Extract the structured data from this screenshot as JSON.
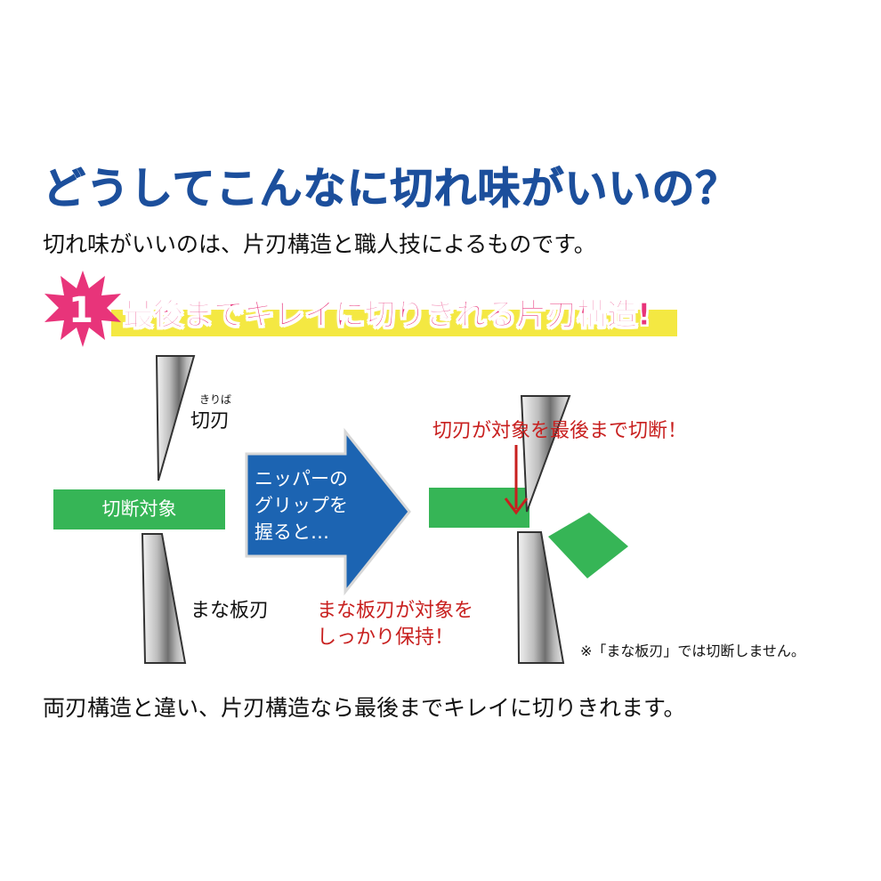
{
  "headline": "どうしてこんなに切れ味がいいの？",
  "intro": "切れ味がいいのは、片刃構造と職人技によるものです。",
  "point": {
    "number": "1",
    "title": "最後までキレイに切りきれる片刃構造!"
  },
  "diagram": {
    "blade_ruby": "きりば",
    "blade_label": "切刃",
    "target_label": "切断対象",
    "mana_label": "まな板刃",
    "arrow_lines": [
      "ニッパーの",
      "グリップを",
      "握ると…"
    ],
    "cut_note": "切刃が対象を最後まで切断！",
    "hold_note_lines": [
      "まな板刃が対象を",
      "しっかり保持！"
    ],
    "footnote": "※「まな板刃」では切断しません。"
  },
  "conclusion": "両刃構造と違い、片刃構造なら最後までキレイに切りきれます。",
  "colors": {
    "headline_blue": "#1c4f9c",
    "badge_pink": "#e8347a",
    "banner_yellow": "#f4e842",
    "target_green": "#36b556",
    "arrow_blue": "#1c64b2",
    "note_red": "#c8201f"
  }
}
